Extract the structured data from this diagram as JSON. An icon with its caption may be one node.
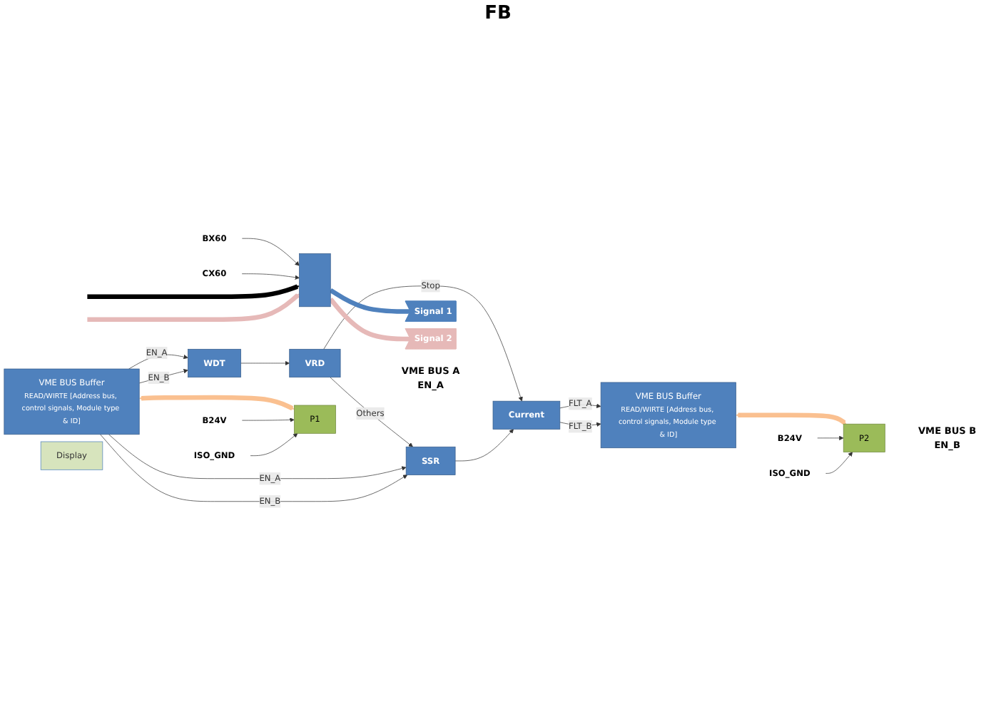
{
  "diagram": {
    "nodes": [
      {
        "text": [
          "BX60"
        ]
      },
      {
        "text": [
          "CX60"
        ]
      },
      {
        "text": [],
        "shape": "bar"
      },
      {
        "text": [
          "Display"
        ]
      },
      {
        "text": [
          "WDT"
        ]
      },
      {
        "text": [
          "VRD"
        ]
      },
      {
        "text": [
          "SSR"
        ]
      },
      {
        "text": [
          "Current"
        ]
      },
      {
        "text": [
          "VME BUS Buffer",
          "READ/WIRTE [Address bus, control signals, Module type & ID]"
        ]
      },
      {
        "text": [
          "P1"
        ],
        "beside": [
          "VME BUS A",
          "EN_A"
        ]
      },
      {
        "text": [
          "VME BUS Buffer",
          "READ/WIRTE [Address bus, control signals, Module type & ID]"
        ]
      },
      {
        "text": [
          "P2"
        ],
        "beside": [
          "VME BUS B",
          "EN_B"
        ]
      },
      {
        "text": [
          "Signal 1"
        ]
      },
      {
        "text": [
          "Signal 2"
        ]
      },
      {
        "text": [
          "B24V"
        ]
      },
      {
        "text": [
          "ISO_GND"
        ]
      },
      {
        "text": [
          "B24V"
        ]
      },
      {
        "text": [
          "ISO_GND"
        ]
      }
    ],
    "edges": [
      {
        "from": 0,
        "to": 2,
        "arrow": "to"
      },
      {
        "from": 1,
        "to": 2,
        "arrow": "to"
      },
      {
        "from": 4,
        "to": 5,
        "arrow": "to"
      },
      {
        "from": 5,
        "to": 6,
        "label": "Others",
        "arrow": "to"
      },
      {
        "from": 5,
        "to": 7,
        "label": "Stop",
        "arrow": "to"
      },
      {
        "from": 6,
        "to": 7,
        "arrow": "to"
      },
      {
        "from": 8,
        "to": 4,
        "label": "EN_A",
        "arrow": "to"
      },
      {
        "from": 8,
        "to": 4,
        "label": "EN_B",
        "arrow": "to"
      },
      {
        "from": 8,
        "to": 6,
        "label": "EN_A",
        "arrow": "to"
      },
      {
        "from": 8,
        "to": 6,
        "label": "EN_B",
        "arrow": "to"
      },
      {
        "from": 7,
        "to": 10,
        "label": "FLT_A",
        "arrow": "to"
      },
      {
        "from": 7,
        "to": 10,
        "label": "FLT_B",
        "arrow": "to"
      },
      {
        "from": 8,
        "to": 9,
        "arrow": "both",
        "style": "thick",
        "color": "#fac090"
      },
      {
        "from": 10,
        "to": 11,
        "arrow": "both",
        "style": "thick",
        "color": "#fac090"
      },
      {
        "from": 14,
        "to": 9,
        "arrow": "to"
      },
      {
        "from": 15,
        "to": 9,
        "arrow": "to"
      },
      {
        "from": 16,
        "to": 11,
        "arrow": "to"
      },
      {
        "from": 17,
        "to": 11,
        "arrow": "to"
      },
      {
        "from": 2,
        "to": 12,
        "arrow": "none",
        "style": "thick",
        "color": "#4f81bd"
      },
      {
        "from": 2,
        "to": 13,
        "arrow": "none",
        "style": "thick",
        "color": "#e6b9b8"
      },
      {
        "from": null,
        "to": 2,
        "arrow": "to",
        "style": "thick",
        "color": "#000000"
      },
      {
        "from": null,
        "to": 2,
        "arrow": "to",
        "style": "thick",
        "color": "#e6b9b8"
      }
    ],
    "labels": [
      "FB"
    ]
  }
}
